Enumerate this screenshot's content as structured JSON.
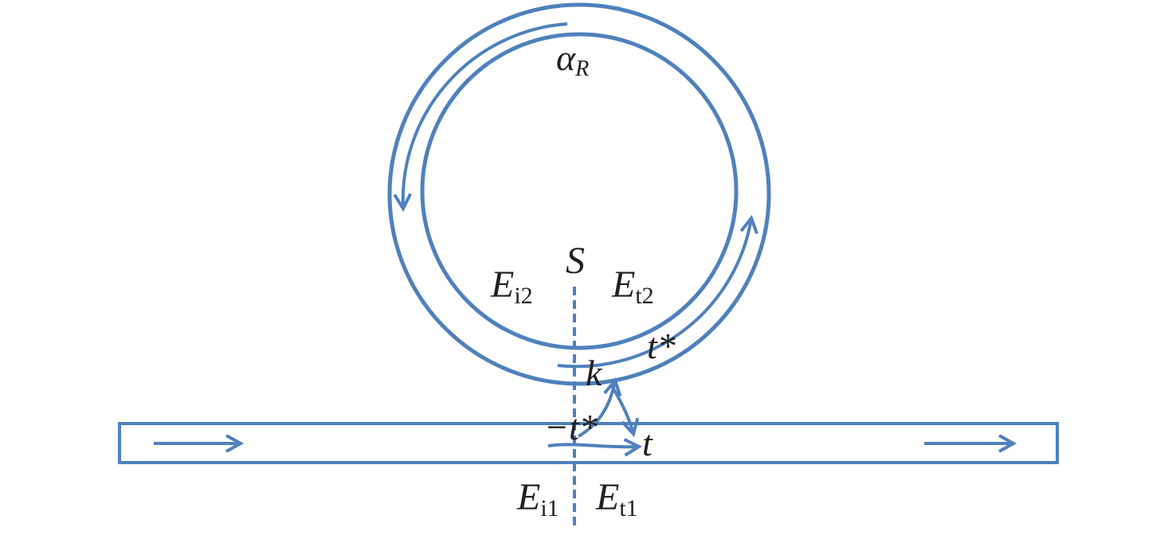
{
  "diagram": {
    "stroke_color": "#4f81bd",
    "text_color": "#231f20",
    "labels": {
      "alpha": {
        "main": "α",
        "sub": "R"
      },
      "s": "S",
      "ei2": {
        "main": "E",
        "sub": "i2"
      },
      "et2": {
        "main": "E",
        "sub": "t2"
      },
      "t_star": "t*",
      "k": "k",
      "neg_t_star": "−t*",
      "t": "t",
      "ei1": {
        "main": "E",
        "sub": "i1"
      },
      "et1": {
        "main": "E",
        "sub": "t1"
      }
    }
  }
}
